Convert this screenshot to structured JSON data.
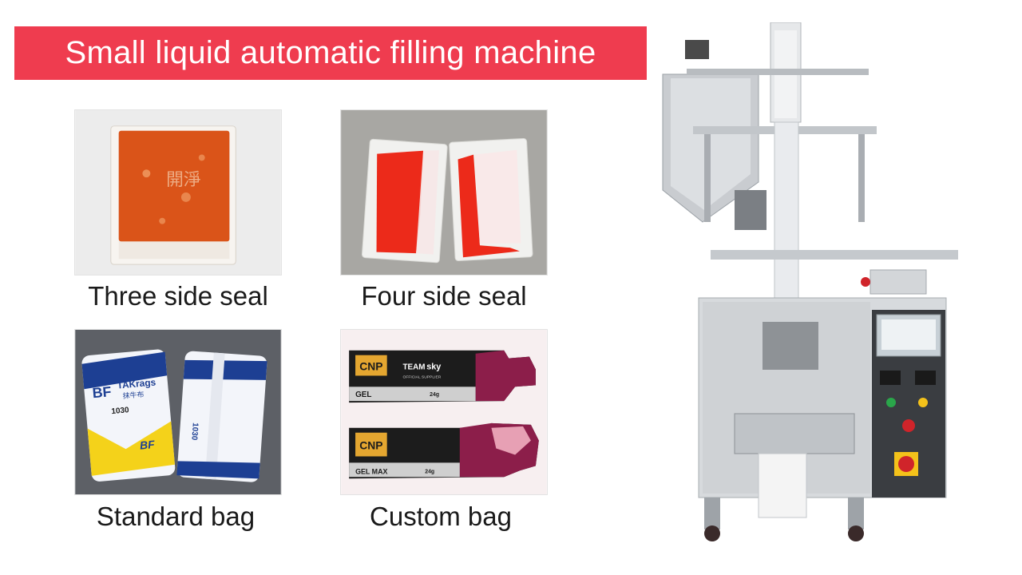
{
  "title": "Small liquid automatic filling machine",
  "samples": [
    {
      "caption": "Three side seal",
      "icon": "three-side-seal-sachet"
    },
    {
      "caption": "Four side seal",
      "icon": "four-side-seal-sachets"
    },
    {
      "caption": "Standard bag",
      "icon": "standard-bags"
    },
    {
      "caption": "Custom bag",
      "icon": "custom-bags"
    }
  ],
  "bag_labels": {
    "brand": "TAKrags",
    "sub": "抹牛布",
    "num": "1030",
    "logo": "BF"
  },
  "custom_labels": {
    "logo": "CNP",
    "team": "TEAM",
    "sky": "sky",
    "supplier": "OFFICIAL SUPPLIER",
    "gel": "GEL",
    "gel_max": "GEL MAX",
    "weight": "24g"
  },
  "colors": {
    "banner": "#ef3c4f",
    "banner_text": "#ffffff",
    "caption_text": "#1a1a1a",
    "sauce": "#e0581c",
    "red_liquid": "#ec2a1a",
    "bag_blue": "#1d3f93",
    "bag_yellow": "#f4d21a",
    "gel_purple": "#8c1e4a"
  }
}
